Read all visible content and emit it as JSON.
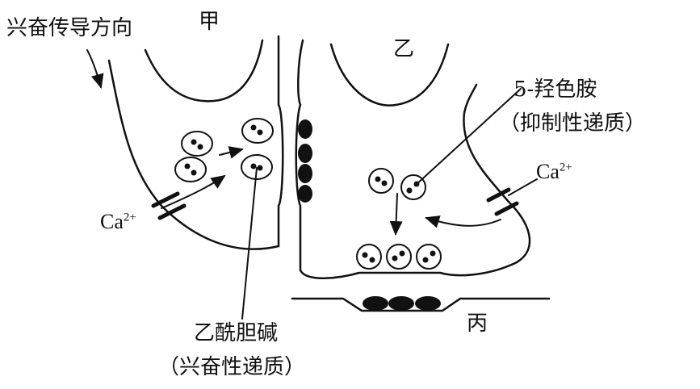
{
  "labels": {
    "direction": "兴奋传导方向",
    "neuron_a": "甲",
    "neuron_b": "乙",
    "neuron_c": "丙",
    "serotonin": "5-羟色胺",
    "serotonin_note": "（抑制性递质）",
    "acetylcholine": "乙酰胆碱",
    "acetylcholine_note": "（兴奋性递质）",
    "calcium_base": "Ca",
    "calcium_charge": "2+"
  }
}
